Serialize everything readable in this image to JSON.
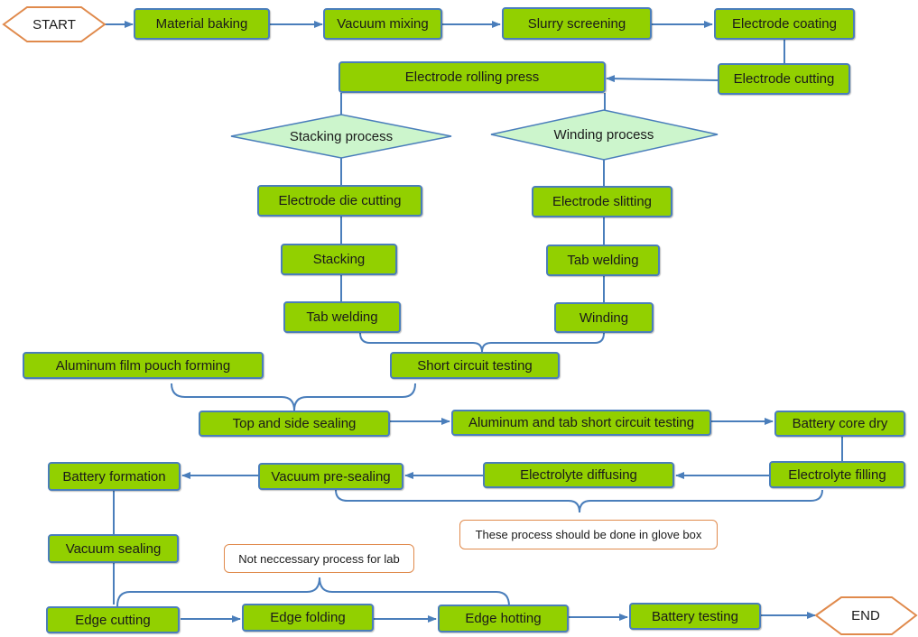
{
  "terminals": {
    "start": "START",
    "end": "END"
  },
  "decisions": {
    "stacking": "Stacking process",
    "winding": "Winding  process"
  },
  "steps": {
    "material_baking": "Material baking",
    "vacuum_mixing": "Vacuum mixing",
    "slurry_screening": "Slurry screening",
    "electrode_coating": "Electrode coating",
    "electrode_cutting": "Electrode cutting",
    "electrode_rolling_press": "Electrode rolling press",
    "electrode_die_cutting": "Electrode die cutting",
    "stacking": "Stacking",
    "tab_welding_left": "Tab welding",
    "electrode_slitting": "Electrode slitting",
    "tab_welding_right": "Tab welding",
    "winding": "Winding",
    "aluminum_film_pouch_forming": "Aluminum film pouch forming",
    "short_circuit_testing": "Short circuit testing",
    "top_and_side_sealing": "Top and side sealing",
    "aluminum_tab_short_circuit_testing": "Aluminum and tab short circuit testing",
    "battery_core_dry": "Battery core dry",
    "electrolyte_filling": "Electrolyte filling",
    "electrolyte_diffusing": "Electrolyte diffusing",
    "vacuum_pre_sealing": "Vacuum pre-sealing",
    "battery_formation": "Battery formation",
    "vacuum_sealing": "Vacuum sealing",
    "edge_cutting": "Edge cutting",
    "edge_folding": "Edge folding",
    "edge_hotting": "Edge hotting",
    "battery_testing": "Battery testing"
  },
  "notes": {
    "glove_box": "These process should be done in glove box",
    "not_necessary": "Not neccessary process for lab"
  },
  "colors": {
    "box_fill": "#92d000",
    "box_border": "#4a7ebb",
    "decision_fill": "#ccf5cc",
    "terminal_border": "#e08a4c",
    "connector": "#4a7ebb"
  }
}
